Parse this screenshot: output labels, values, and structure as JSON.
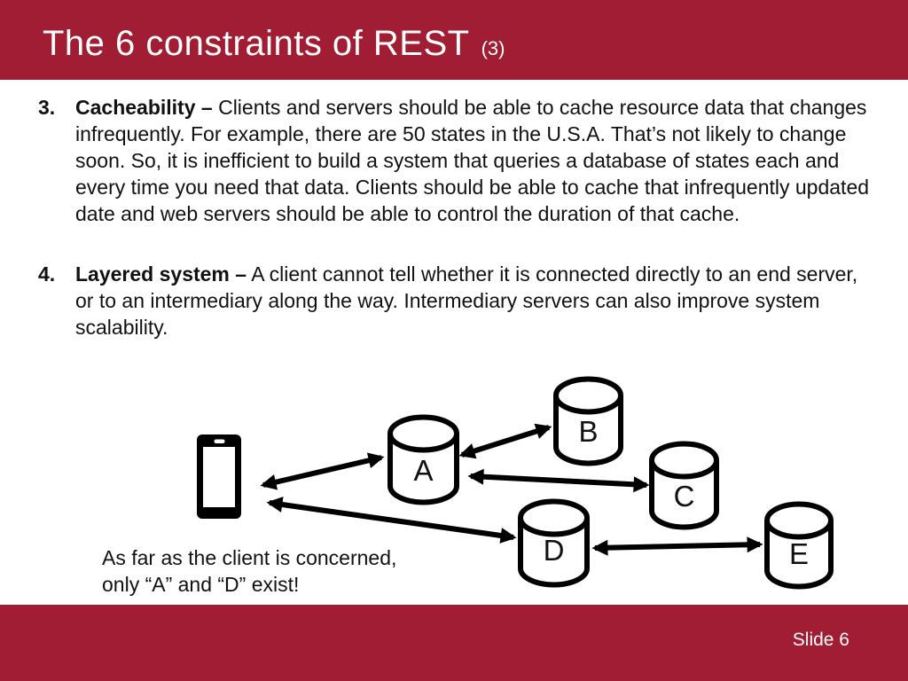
{
  "theme": {
    "accent": "#A01D33",
    "title_text": "#FFFFFF",
    "body_text": "#111111",
    "diagram_stroke": "#000000"
  },
  "slide": {
    "title": "The 6 constraints of REST",
    "title_suffix": "(3)",
    "footer": "Slide 6"
  },
  "bullets": [
    {
      "number": "3.",
      "term": "Cacheability –",
      "body": "Clients and servers should be able to cache resource data that changes infrequently.  For example, there are 50 states in the U.S.A.  That’s not likely to change soon.  So, it is inefficient to build a system that queries a database of states each and every time you need that data.  Clients should be able to cache that infrequently updated date and web servers should be able to control the duration of that cache."
    },
    {
      "number": "4.",
      "term": "Layered system –",
      "body": "A client cannot tell whether it is connected directly to an end server, or to an intermediary along the way. Intermediary servers can also improve system scalability."
    }
  ],
  "diagram": {
    "client_icon": "smartphone-icon",
    "nodes": [
      {
        "id": "A",
        "label": "A"
      },
      {
        "id": "B",
        "label": "B"
      },
      {
        "id": "C",
        "label": "C"
      },
      {
        "id": "D",
        "label": "D"
      },
      {
        "id": "E",
        "label": "E"
      }
    ],
    "edges": [
      {
        "from": "client",
        "to": "A",
        "style": "bidirectional"
      },
      {
        "from": "client",
        "to": "D",
        "style": "bidirectional"
      },
      {
        "from": "A",
        "to": "B",
        "style": "bidirectional"
      },
      {
        "from": "A",
        "to": "C",
        "style": "bidirectional"
      },
      {
        "from": "D",
        "to": "E",
        "style": "bidirectional"
      }
    ],
    "caption_line1": "As far as the client is concerned,",
    "caption_line2": "only “A” and “D” exist!"
  }
}
